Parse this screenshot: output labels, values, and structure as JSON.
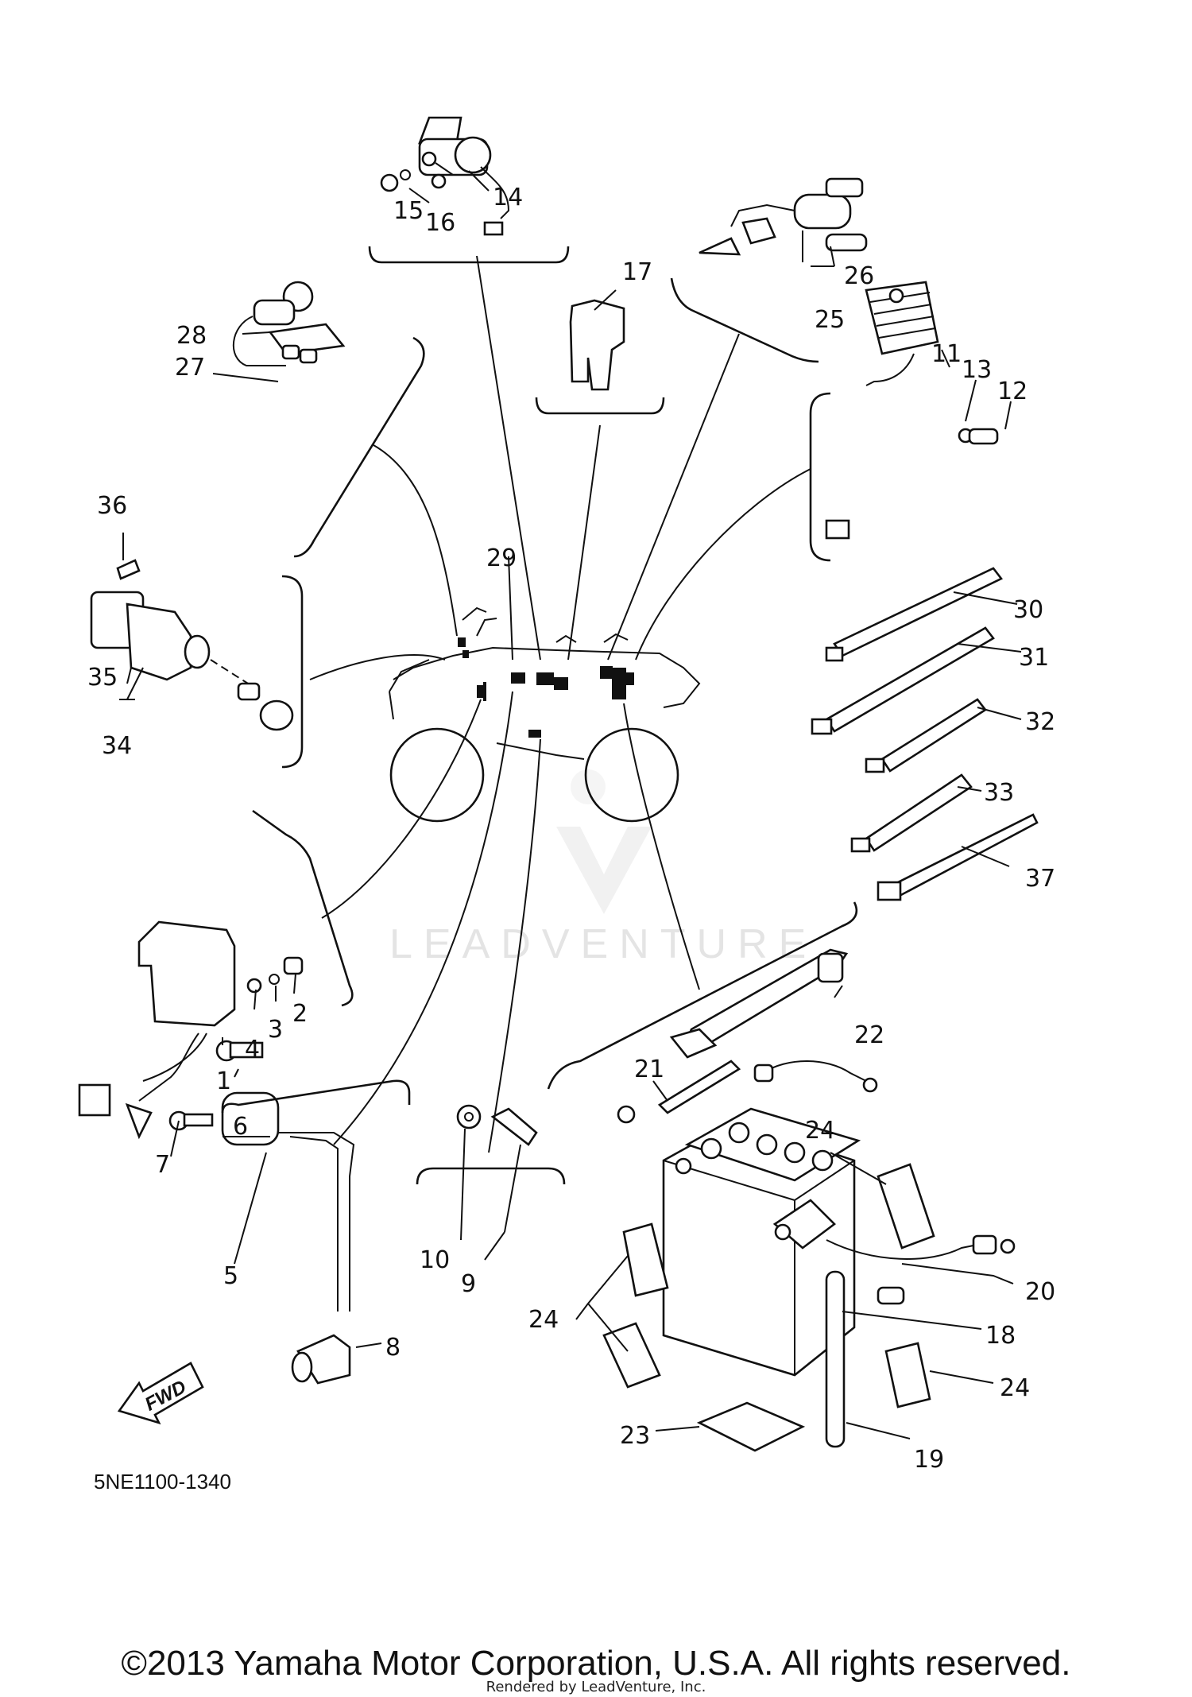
{
  "diagram": {
    "code": "5NE1100-1340",
    "fwd_label": "FWD",
    "watermark": "LEADVENTURE",
    "callouts": [
      "1",
      "2",
      "3",
      "4",
      "5",
      "6",
      "7",
      "8",
      "9",
      "10",
      "11",
      "12",
      "13",
      "14",
      "15",
      "16",
      "17",
      "18",
      "19",
      "20",
      "21",
      "22",
      "23",
      "24",
      "24",
      "24",
      "24",
      "25",
      "26",
      "27",
      "28",
      "29",
      "30",
      "31",
      "32",
      "33",
      "34",
      "35",
      "36",
      "37"
    ]
  },
  "footer": {
    "copyright": "©2013 Yamaha Motor Corporation, U.S.A. All rights reserved.",
    "rendered_by": "Rendered by LeadVenture, Inc."
  }
}
